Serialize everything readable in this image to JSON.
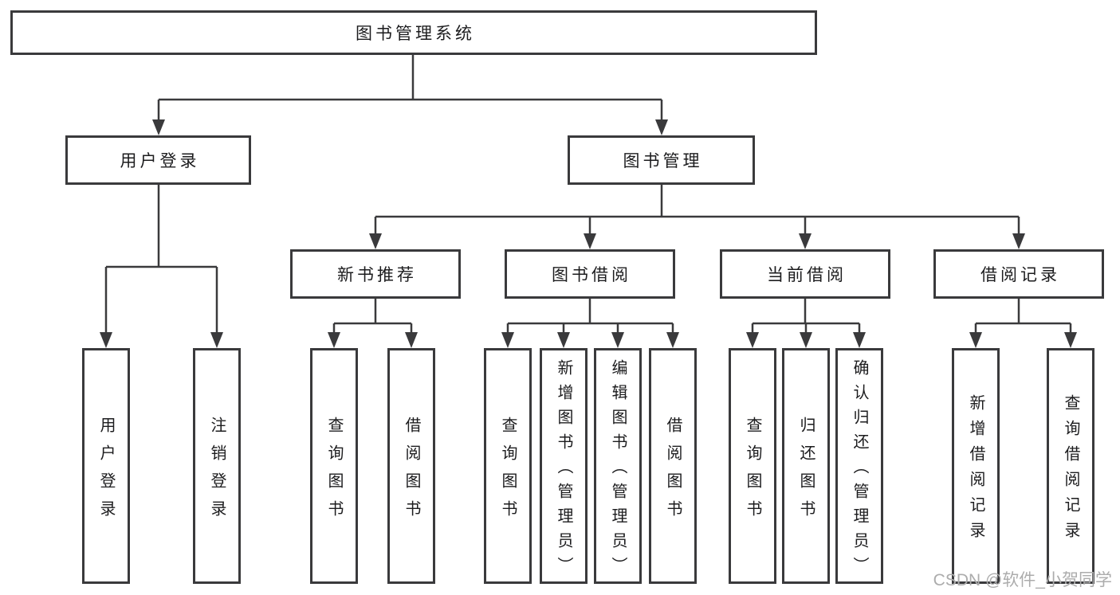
{
  "tree": {
    "root_label": "图书管理系统",
    "branches": [
      {
        "label": "用户登录",
        "leaves": [
          {
            "label": "用户登录"
          },
          {
            "label": "注销登录"
          }
        ]
      },
      {
        "label": "图书管理",
        "sections": [
          {
            "label": "新书推荐",
            "leaves": [
              {
                "label": "查询图书"
              },
              {
                "label": "借阅图书"
              }
            ]
          },
          {
            "label": "图书借阅",
            "leaves": [
              {
                "label": "查询图书"
              },
              {
                "label": "新增图书（管理员）"
              },
              {
                "label": "编辑图书（管理员）"
              },
              {
                "label": "借阅图书"
              }
            ]
          },
          {
            "label": "当前借阅",
            "leaves": [
              {
                "label": "查询图书"
              },
              {
                "label": "归还图书"
              },
              {
                "label": "确认归还（管理员）"
              }
            ]
          },
          {
            "label": "借阅记录",
            "leaves": [
              {
                "label": "新增借阅记录"
              },
              {
                "label": "查询借阅记录"
              }
            ]
          }
        ]
      }
    ]
  },
  "watermark": "CSDN @软件_小贺同学",
  "colors": {
    "line": "#3a3a3c",
    "box_border": "#3a3a3c",
    "text": "#1c1c1e",
    "watermark": "#acacac",
    "background": "#ffffff"
  }
}
